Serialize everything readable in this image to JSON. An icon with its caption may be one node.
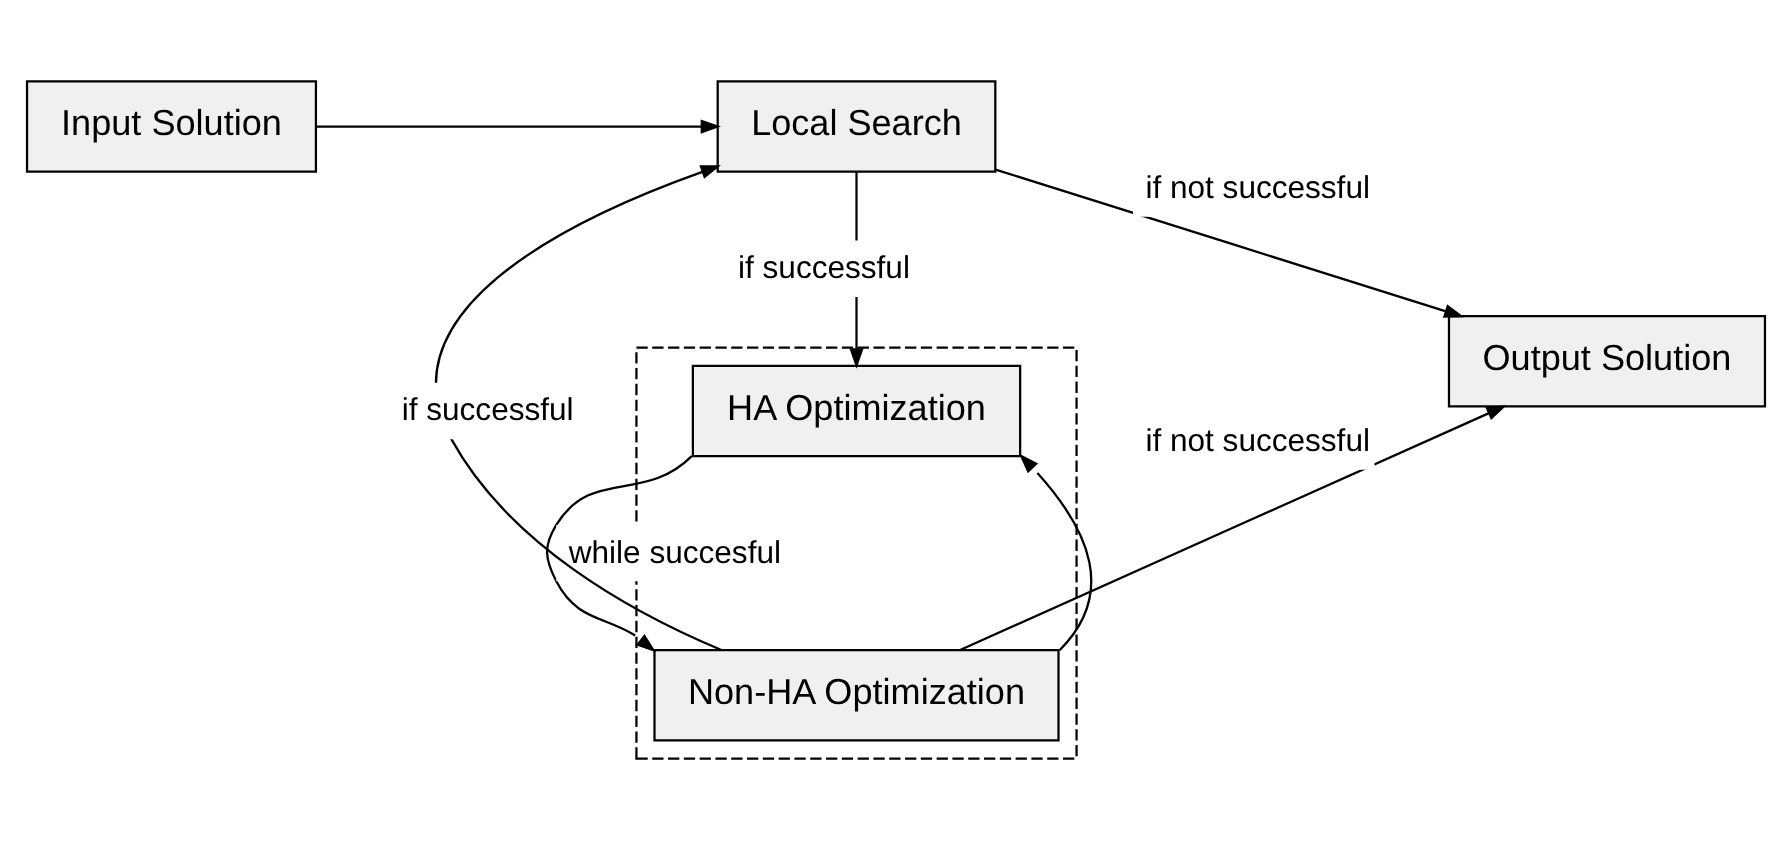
{
  "diagram": {
    "nodes": [
      {
        "text": [
          "Input Solution"
        ]
      },
      {
        "text": [
          "Local Search"
        ]
      },
      {
        "text": [],
        "shape": "box"
      },
      {
        "text": [
          "HA Optimization"
        ],
        "in": 2
      },
      {
        "text": [
          "Non-HA Optimization"
        ],
        "in": 2
      },
      {
        "text": [
          "Output Solution"
        ]
      }
    ],
    "edges": [
      {
        "from": 0,
        "to": 1,
        "arrow": "to"
      },
      {
        "from": 1,
        "to": 5,
        "arrow": "to",
        "label": "if not successful"
      },
      {
        "from": 1,
        "to": 3,
        "arrow": "to",
        "label": "if successful"
      },
      {
        "from": 3,
        "to": 4,
        "arrow": "to",
        "label": "while succesful"
      },
      {
        "from": 4,
        "to": 3,
        "arrow": "to"
      },
      {
        "from": 4,
        "to": 1,
        "arrow": "to",
        "label": "if successful"
      },
      {
        "from": 4,
        "to": 5,
        "arrow": "to",
        "label": "if not successful"
      }
    ]
  }
}
